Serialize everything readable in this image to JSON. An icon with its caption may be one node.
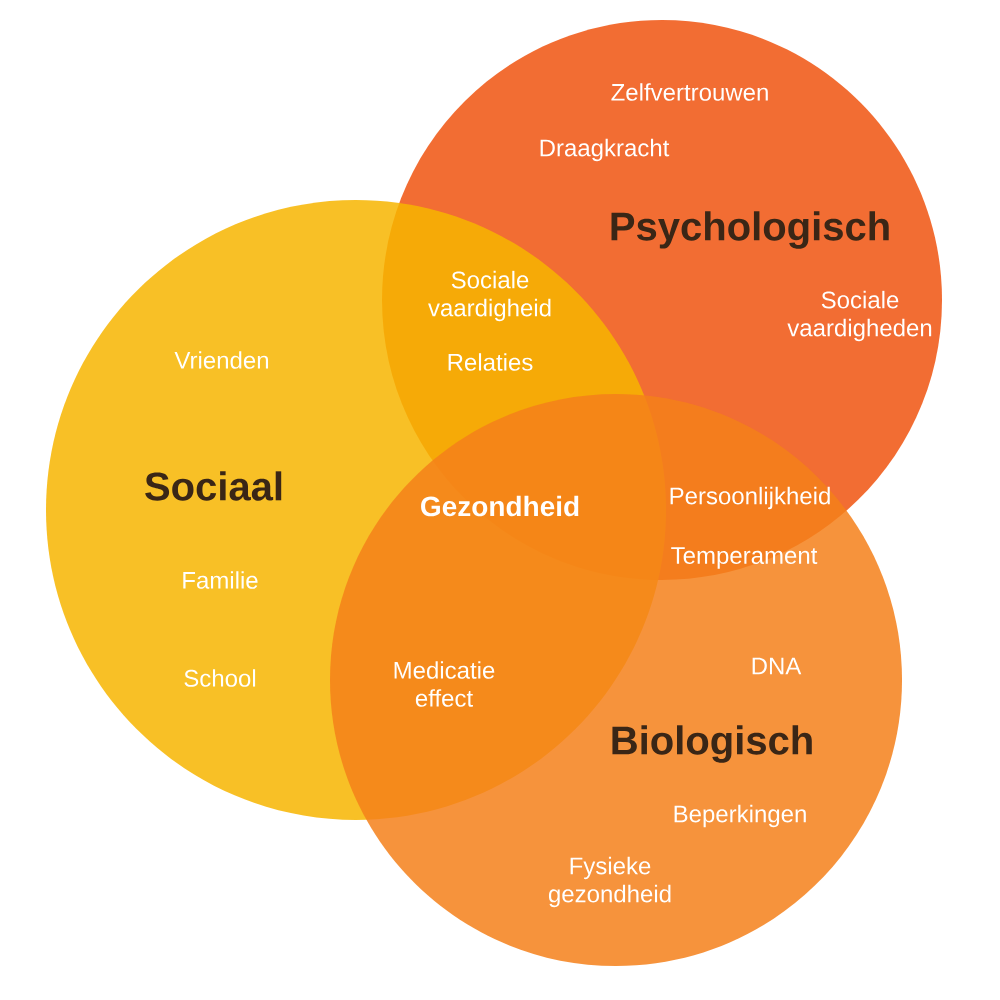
{
  "diagram": {
    "nodes": [
      {
        "text": [
          "Zelfvertrouwen",
          "Draagkracht",
          "Psychologisch",
          "Sociale vaardigheden"
        ]
      },
      {
        "text": [
          "Vrienden",
          "Sociaal",
          "Familie",
          "School"
        ]
      },
      {
        "text": [
          "DNA",
          "Biologisch",
          "Beperkingen",
          "Fysieke gezondheid"
        ]
      }
    ],
    "edges": [],
    "labels": [
      "Sociale vaardigheid",
      "Relaties",
      "Gezondheid",
      "Persoonlijkheid",
      "Temperament",
      "Medicatie effect"
    ]
  }
}
